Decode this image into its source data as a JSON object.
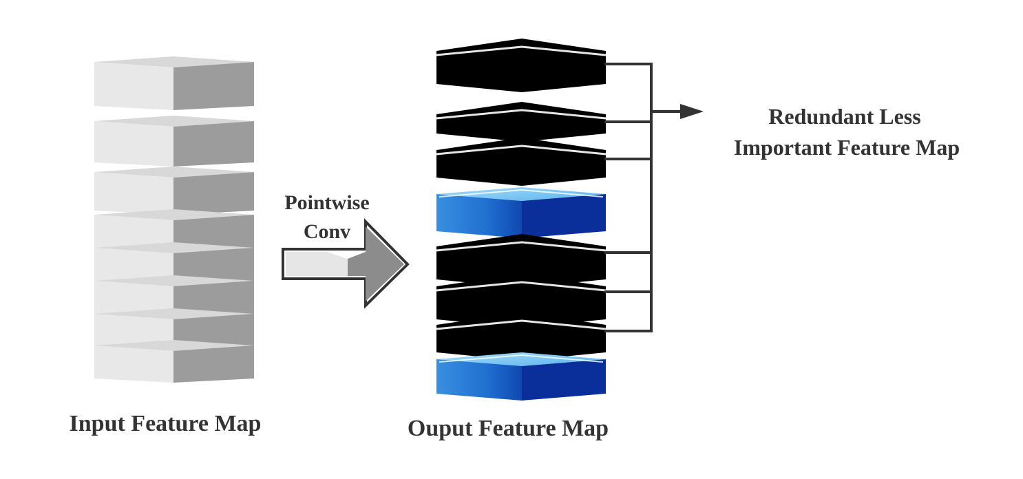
{
  "labels": {
    "input": "Input Feature Map",
    "output": "Ouput Feature Map",
    "operation_line1": "Pointwise",
    "operation_line2": "Conv",
    "redundant_line1": "Redundant Less",
    "redundant_line2": "Important Feature Map"
  },
  "input_stack": {
    "slice_count": 8,
    "colors": {
      "top": "#d8d8d8",
      "left": "#e8e8e8",
      "right": "#9c9c9c"
    }
  },
  "output_stack": {
    "slices": [
      {
        "kind": "redundant"
      },
      {
        "kind": "redundant"
      },
      {
        "kind": "redundant"
      },
      {
        "kind": "important"
      },
      {
        "kind": "redundant"
      },
      {
        "kind": "redundant"
      },
      {
        "kind": "redundant"
      },
      {
        "kind": "important"
      }
    ],
    "colors": {
      "redundant": "#000000",
      "important_top": "#6fc3f2",
      "important_face": "#1f6fd0",
      "important_right": "#0a2f9a"
    }
  },
  "connector": {
    "color": "#333333"
  },
  "arrow": {
    "colors": {
      "left": "#e6e6e6",
      "right": "#8c8c8c",
      "outline": "#333333"
    }
  }
}
